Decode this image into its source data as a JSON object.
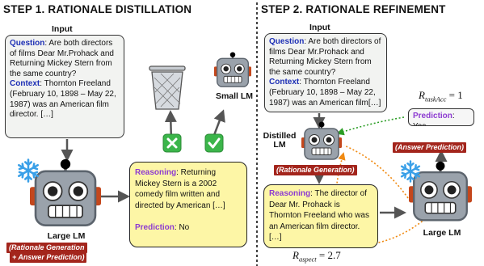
{
  "step1": {
    "title": "STEP 1. RATIONALE DISTILLATION",
    "input_label": "Input",
    "question_key": "Question",
    "question_text": ": Are both directors of films Dear Mr.Prohack and Returning Mickey Stern from the same country?",
    "context_key": "Context",
    "context_text": ": Thornton Freeland (February 10, 1898 – May 22, 1987) was an American film director. […]",
    "small_lm_label": "Small LM",
    "large_lm_label": "Large LM",
    "large_lm_tag_line1": "(Rationale Generation",
    "large_lm_tag_line2": "+ Answer Prediction)",
    "reasoning_key": "Reasoning",
    "reasoning_text": ": Returning Mickey Stern is a 2002 comedy film written and directed by American […]",
    "prediction_key": "Prediction",
    "prediction_text": ": No"
  },
  "step2": {
    "title": "STEP 2. RATIONALE REFINEMENT",
    "input_label": "Input",
    "question_key": "Question",
    "question_text": ": Are both directors of films Dear Mr.Prohack and Returning Mickey Stern from the same country?",
    "context_key": "Context",
    "context_text": ": Thornton Freeland (February 10, 1898 – May 22, 1987) was an American film[…]",
    "distilled_lm_label_line1": "Distilled",
    "distilled_lm_label_line2": "LM",
    "rationale_tag": "(Rationale Generation)",
    "reasoning_key": "Reasoning",
    "reasoning_text": ": The director of Dear Mr. Prohack is Thornton Freeland who was an American film director. […]",
    "prediction_key": "Prediction",
    "prediction_text": ": Yes",
    "answer_tag": "(Answer Prediction)",
    "large_lm_label": "Large LM",
    "r_task_acc": {
      "symbol": "R",
      "sub": "taskAcc",
      "rhs": " = 1"
    },
    "r_aspect": {
      "symbol": "R",
      "sub": "aspect",
      "rhs": " = 2.7"
    }
  },
  "icons": [
    "snowflake-icon",
    "robot-icon",
    "trash-can-icon",
    "cross-mark-icon",
    "check-mark-icon"
  ],
  "colors": {
    "question_key": "#1d2fb5",
    "reasoning_key": "#8d3bd1",
    "tag_bg": "#a3251c",
    "reasoning_box": "#fdf6a6",
    "green_dotted": "#2a9d24",
    "orange_dotted": "#f08a12"
  }
}
